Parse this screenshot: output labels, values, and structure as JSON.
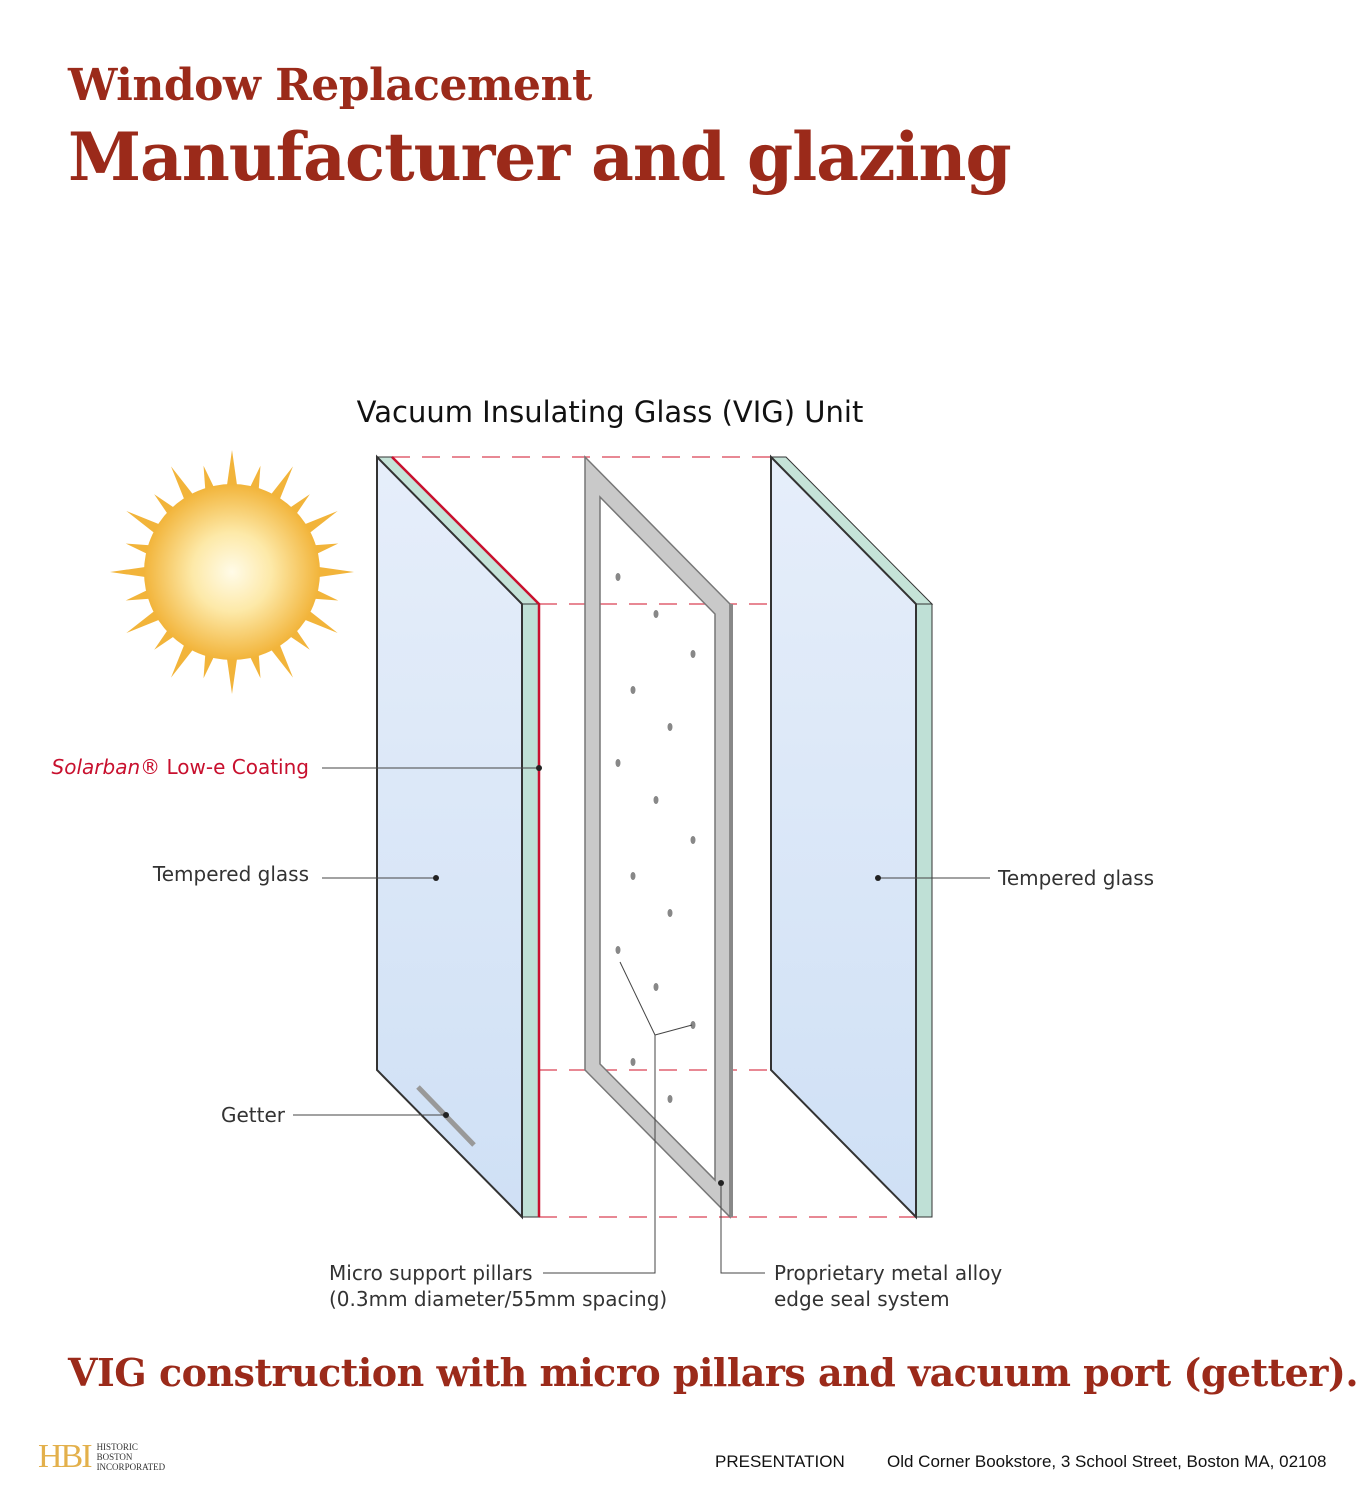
{
  "header": {
    "supertitle": "Window Replacement",
    "title": "Manufacturer and glazing"
  },
  "diagram": {
    "title": "Vacuum Insulating Glass (VIG) Unit",
    "labels": {
      "coating_brand": "Solarban®",
      "coating": " Low-e Coating",
      "tempered_left": "Tempered glass",
      "tempered_right": "Tempered glass",
      "getter": "Getter",
      "pillars_line1": "Micro support pillars",
      "pillars_line2": "(0.3mm diameter/55mm spacing)",
      "seal_line1": "Proprietary metal alloy",
      "seal_line2": "edge seal system"
    },
    "colors": {
      "title": "#9b2a1a",
      "coating": "#c8102e",
      "glass": "#dbe8f7",
      "edge": "#bfe0d6",
      "frame": "#c9c9c9",
      "sun": "#f2b43a"
    }
  },
  "caption": "VIG construction with micro pillars and vacuum port (getter).",
  "footer": {
    "logo": "HBI",
    "logo_lines": [
      "HISTORIC",
      "BOSTON",
      "INCORPORATED"
    ],
    "section": "PRESENTATION",
    "address": "Old Corner Bookstore, 3 School Street, Boston MA, 02108"
  }
}
